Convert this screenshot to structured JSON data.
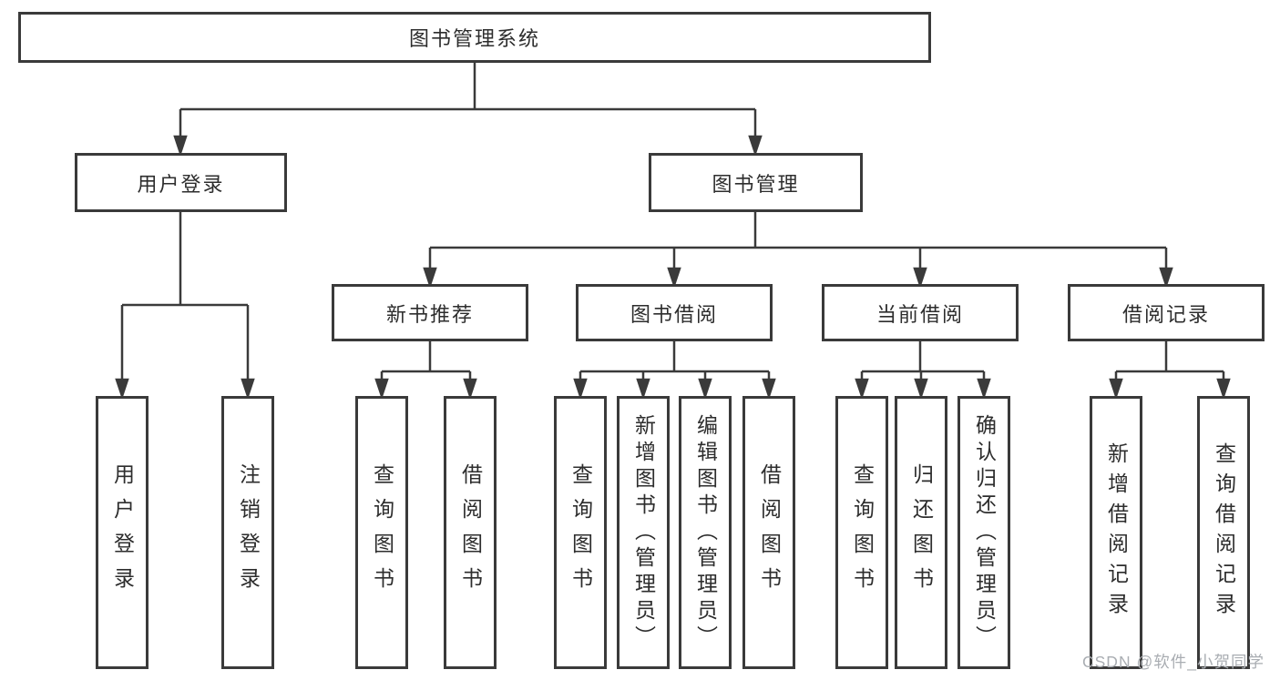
{
  "tree": {
    "root": {
      "label": "图书管理系统"
    },
    "user_login": {
      "label": "用户登录",
      "children": [
        {
          "label": "用户登录"
        },
        {
          "label": "注销登录"
        }
      ]
    },
    "book_mgmt": {
      "label": "图书管理",
      "children": [
        {
          "label": "新书推荐",
          "children": [
            {
              "label": "查询图书"
            },
            {
              "label": "借阅图书"
            }
          ]
        },
        {
          "label": "图书借阅",
          "children": [
            {
              "label": "查询图书"
            },
            {
              "label": "新增图书（管理员）"
            },
            {
              "label": "编辑图书（管理员）"
            },
            {
              "label": "借阅图书"
            }
          ]
        },
        {
          "label": "当前借阅",
          "children": [
            {
              "label": "查询图书"
            },
            {
              "label": "归还图书"
            },
            {
              "label": "确认归还（管理员）"
            }
          ]
        },
        {
          "label": "借阅记录",
          "children": [
            {
              "label": "新增借阅记录"
            },
            {
              "label": "查询借阅记录"
            }
          ]
        }
      ]
    }
  },
  "watermark": "CSDN @软件_小贺同学",
  "colors": {
    "line": "#3a3a3a",
    "text": "#2d2d2d",
    "watermark": "#a9adb2"
  }
}
